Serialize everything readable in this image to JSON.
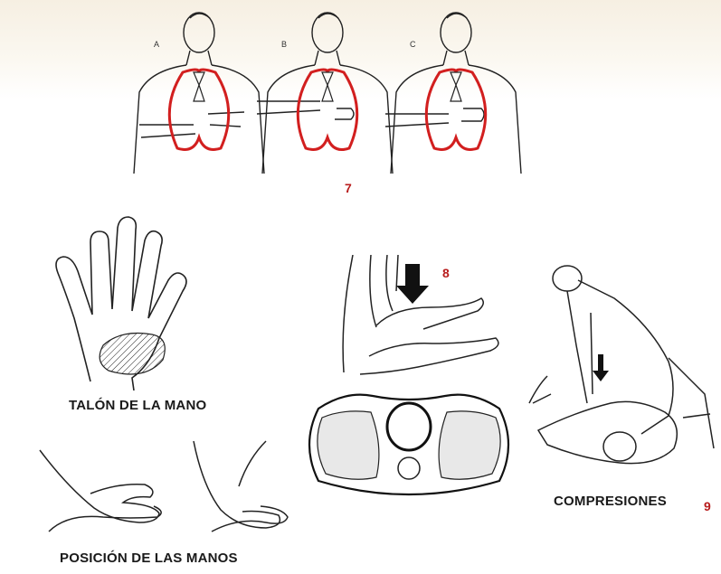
{
  "top_figure": {
    "letters": [
      "A",
      "B",
      "C"
    ],
    "number": "7"
  },
  "palm_figure": {
    "caption": "TALÓN DE LA MANO"
  },
  "hands_figure": {
    "caption": "POSICIÓN DE LAS MANOS"
  },
  "cross_section_figure": {
    "number": "8"
  },
  "compressions_figure": {
    "caption": "COMPRESIONES",
    "number": "9"
  },
  "colors": {
    "line": "#222222",
    "ribcage_outline": "#d21f1f",
    "number_red": "#b81c1c"
  }
}
